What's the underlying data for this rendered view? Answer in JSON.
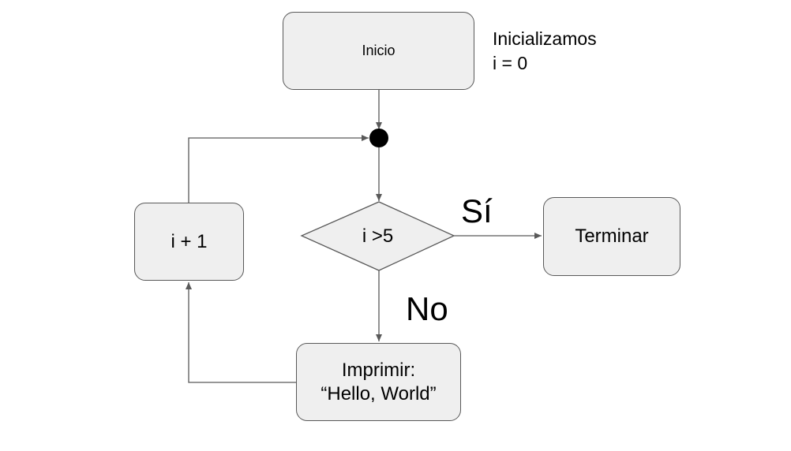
{
  "nodes": {
    "inicio": "Inicio",
    "increment": "i + 1",
    "decision": "i >5",
    "terminar": "Terminar",
    "imprimir_line1": "Imprimir:",
    "imprimir_line2": "“Hello, World”"
  },
  "annotations": {
    "init_line1": "Inicializamos",
    "init_line2": "i = 0",
    "yes": "Sí",
    "no": "No"
  },
  "colors": {
    "node_fill": "#efefef",
    "node_stroke": "#595959",
    "edge": "#595959",
    "junction": "#000000"
  }
}
